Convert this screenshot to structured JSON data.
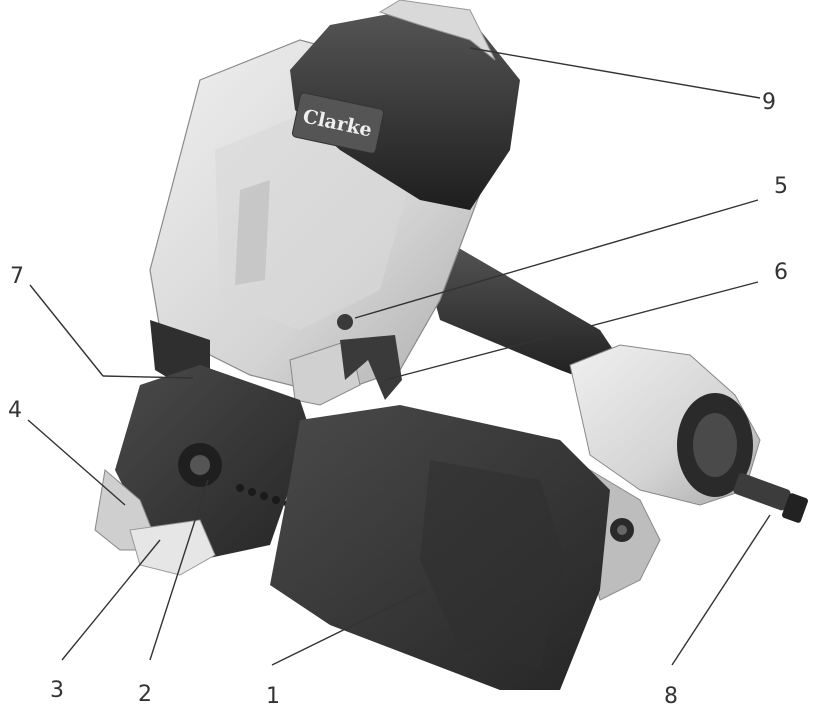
{
  "brand": {
    "logo_text": "Clarke"
  },
  "callouts": [
    {
      "id": "1",
      "label": "1"
    },
    {
      "id": "2",
      "label": "2"
    },
    {
      "id": "3",
      "label": "3"
    },
    {
      "id": "4",
      "label": "4"
    },
    {
      "id": "5",
      "label": "5"
    },
    {
      "id": "6",
      "label": "6"
    },
    {
      "id": "7",
      "label": "7"
    },
    {
      "id": "8",
      "label": "8"
    },
    {
      "id": "9",
      "label": "9"
    }
  ],
  "colors": {
    "body_light": "#e2e2e2",
    "body_mid": "#c4c4c4",
    "dark_rubber": "#2e2e2e",
    "magazine": "#3a3a3a",
    "leader_line": "#333333"
  }
}
